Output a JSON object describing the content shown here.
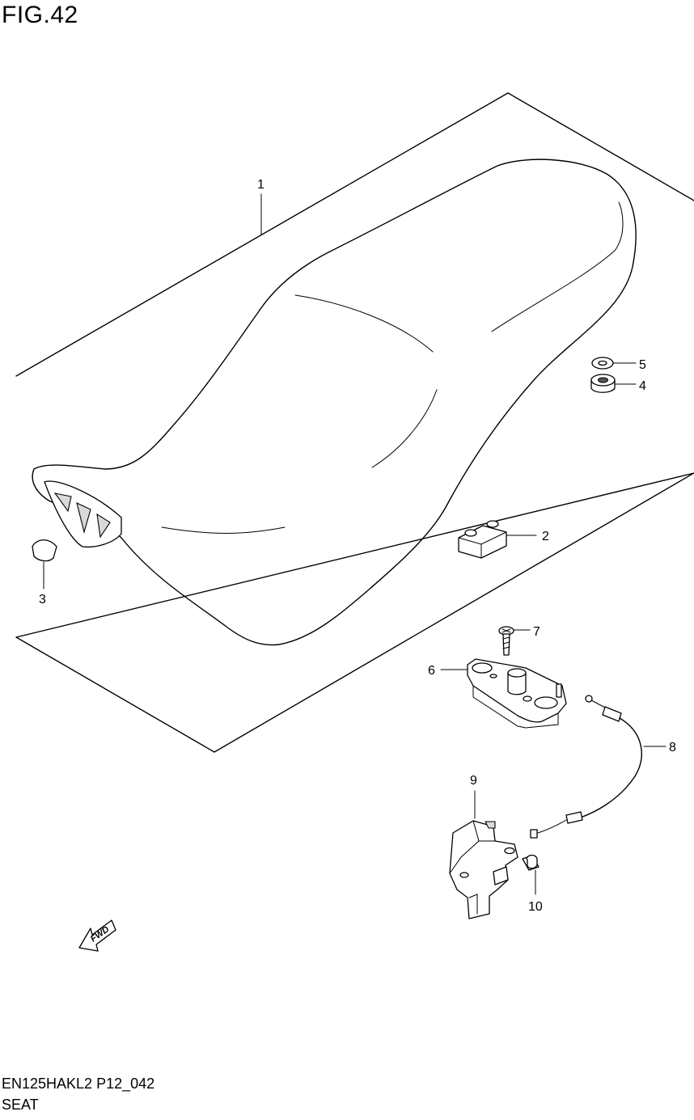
{
  "figure": {
    "title": "FIG.42"
  },
  "footer": {
    "model_code": "EN125HAKL2 P12_042",
    "section_name": "SEAT"
  },
  "fwd_arrow": {
    "label": "FWD"
  },
  "callouts": [
    {
      "id": "1",
      "label": "1"
    },
    {
      "id": "2",
      "label": "2"
    },
    {
      "id": "3",
      "label": "3"
    },
    {
      "id": "4",
      "label": "4"
    },
    {
      "id": "5",
      "label": "5"
    },
    {
      "id": "6",
      "label": "6"
    },
    {
      "id": "7",
      "label": "7"
    },
    {
      "id": "8",
      "label": "8"
    },
    {
      "id": "9",
      "label": "9"
    },
    {
      "id": "10",
      "label": "10"
    }
  ]
}
